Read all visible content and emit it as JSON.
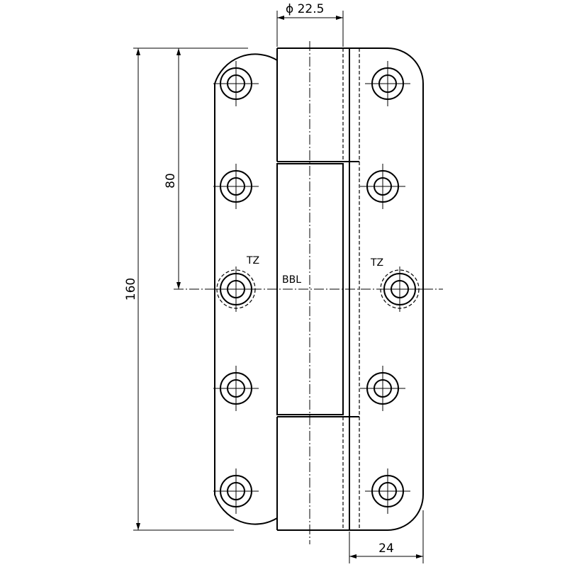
{
  "drawing": {
    "title": "Hinge technical drawing",
    "dimensions": {
      "pin_diameter": "ϕ 22.5",
      "total_height": "160",
      "half_height": "80",
      "leaf_width": "24"
    },
    "labels": {
      "tz_left": "TZ",
      "tz_right": "TZ",
      "bbl": "BBL"
    }
  }
}
